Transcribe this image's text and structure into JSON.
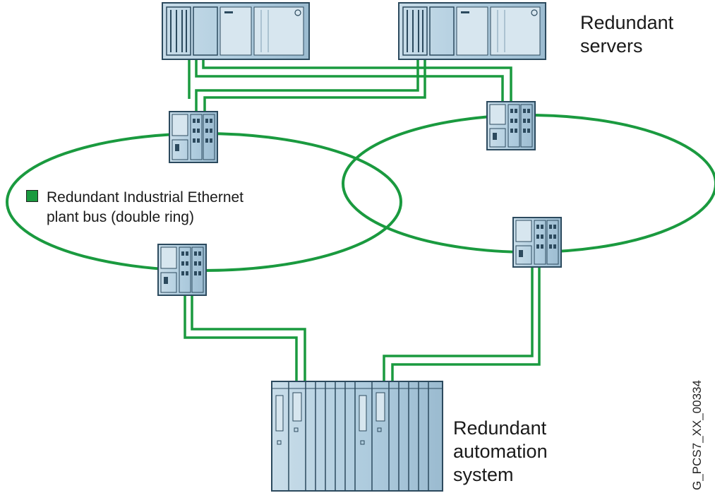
{
  "labels": {
    "servers": "Redundant\nservers",
    "bus_line1": "Redundant Industrial Ethernet",
    "bus_line2": "plant bus (double ring)",
    "automation": "Redundant\nautomation\nsystem",
    "doc_id": "G_PCS7_XX_00334"
  },
  "colors": {
    "cable": "#1a9a3f",
    "device_fill": "#b4d0e0",
    "device_stroke": "#2c4a5e",
    "legend": "#1a9a3f"
  },
  "components": {
    "servers": 2,
    "switches": 4,
    "rings": 2,
    "automation_racks": 1
  }
}
